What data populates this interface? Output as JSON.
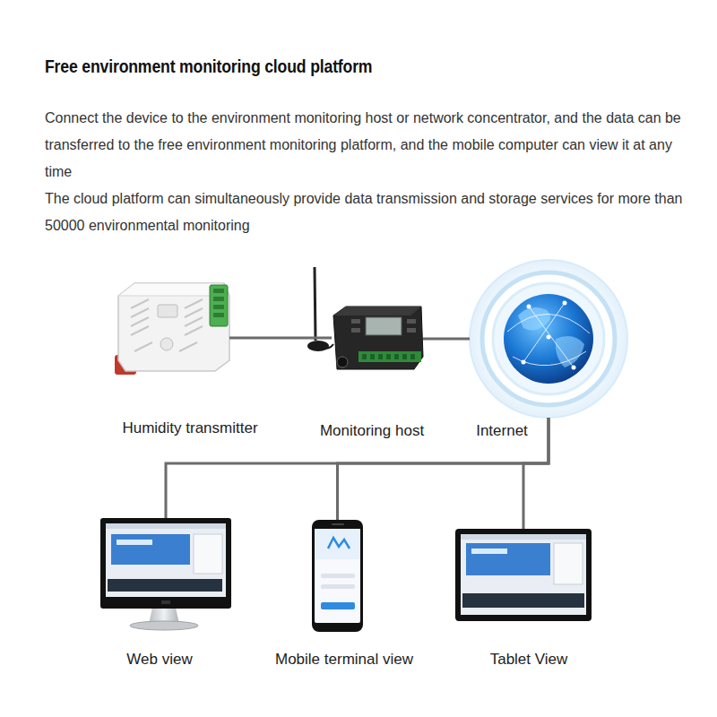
{
  "diagram": {
    "title": "Free environment monitoring cloud platform",
    "nodes": [
      {
        "text": [
          "Humidity transmitter"
        ]
      },
      {
        "text": [
          "Monitoring host"
        ]
      },
      {
        "text": [
          "Internet"
        ]
      },
      {
        "text": [
          "Web view"
        ]
      },
      {
        "text": [
          "Mobile terminal view"
        ]
      },
      {
        "text": [
          "Tablet View"
        ]
      }
    ],
    "edges": [
      {
        "from": 0,
        "to": 1,
        "arrow": "none"
      },
      {
        "from": 1,
        "to": 2,
        "arrow": "none"
      },
      {
        "from": 2,
        "to": 3,
        "arrow": "none"
      },
      {
        "from": 2,
        "to": 4,
        "arrow": "none"
      },
      {
        "from": 2,
        "to": 5,
        "arrow": "none"
      }
    ],
    "labels": [
      "Connect the device to the environment monitoring host or network concentrator, and the data can be transferred to the free environment monitoring platform, and the mobile computer can view it at any time",
      "The cloud platform can simultaneously provide data transmission and storage services for more than 50000 environmental monitoring"
    ]
  }
}
